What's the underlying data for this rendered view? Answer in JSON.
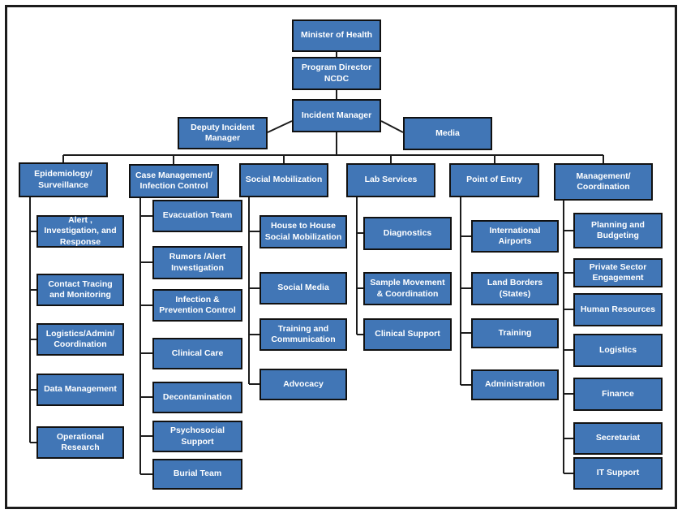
{
  "diagram": {
    "type": "org-chart",
    "colors": {
      "box_fill": "#4176B6",
      "box_border": "#111111",
      "box_text": "#FFFFFF",
      "connector_line": "#1C1C1C",
      "frame_border": "#1C1C1C",
      "background": "#FFFFFF"
    },
    "org": {
      "minister": {
        "label": "Minister of Health"
      },
      "program_director": {
        "label": "Program Director NCDC"
      },
      "incident_manager": {
        "label": "Incident Manager"
      },
      "deputy": {
        "label": "Deputy Incident Manager"
      },
      "media": {
        "label": "Media"
      },
      "columns": [
        {
          "header": "Epidemiology/ Surveillance",
          "children": [
            {
              "label": "Alert , Investigation, and Response"
            },
            {
              "label": "Contact Tracing and Monitoring"
            },
            {
              "label": "Logistics/Admin/ Coordination"
            },
            {
              "label": "Data Management"
            },
            {
              "label": "Operational Research"
            }
          ]
        },
        {
          "header": "Case Management/ Infection Control",
          "children": [
            {
              "label": "Evacuation Team"
            },
            {
              "label": "Rumors /Alert Investigation"
            },
            {
              "label": "Infection & Prevention Control"
            },
            {
              "label": "Clinical Care"
            },
            {
              "label": "Decontamination"
            },
            {
              "label": "Psychosocial Support"
            },
            {
              "label": "Burial Team"
            }
          ]
        },
        {
          "header": "Social Mobilization",
          "children": [
            {
              "label": "House to House Social Mobilization"
            },
            {
              "label": "Social Media"
            },
            {
              "label": "Training and Communication"
            },
            {
              "label": "Advocacy"
            }
          ]
        },
        {
          "header": "Lab Services",
          "children": [
            {
              "label": "Diagnostics"
            },
            {
              "label": "Sample Movement & Coordination"
            },
            {
              "label": "Clinical Support"
            }
          ]
        },
        {
          "header": "Point of Entry",
          "children": [
            {
              "label": "International Airports"
            },
            {
              "label": "Land Borders (States)"
            },
            {
              "label": "Training"
            },
            {
              "label": "Administration"
            }
          ]
        },
        {
          "header": "Management/ Coordination",
          "children": [
            {
              "label": "Planning and Budgeting"
            },
            {
              "label": "Private Sector Engagement"
            },
            {
              "label": "Human Resources"
            },
            {
              "label": "Logistics"
            },
            {
              "label": "Finance"
            },
            {
              "label": "Secretariat"
            },
            {
              "label": "IT Support"
            }
          ]
        }
      ]
    }
  }
}
